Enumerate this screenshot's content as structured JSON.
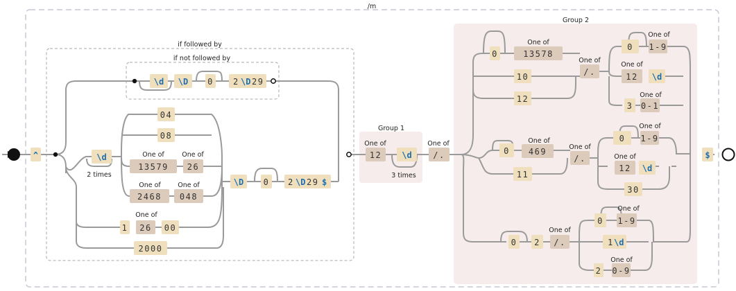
{
  "flags": "/m",
  "groups": {
    "group1": "Group 1",
    "group2": "Group 2"
  },
  "labels": {
    "followed_by": "if followed by",
    "not_followed_by": "if not followed by",
    "one_of": "One of",
    "two_times": "2 times",
    "three_times": "3 times"
  },
  "anchors": {
    "start": "^",
    "end": "$"
  },
  "lookahead": {
    "digit": "\\d",
    "non_digit": "\\D",
    "zero": "0",
    "tail_two": "2",
    "tail_nd": "\\D",
    "tail_29": "29"
  },
  "dates": {
    "digit": "\\d",
    "opt_04": "04",
    "opt_08": "08",
    "odd_set": "13579",
    "odd_pair": "26",
    "even_set": "2468",
    "even_pair": "048",
    "leap_1": "1",
    "leap_26": "26",
    "leap_00": "00",
    "y2000": "2000"
  },
  "feb29": {
    "non_digit": "\\D",
    "zero": "0",
    "two": "2",
    "nd": "\\D",
    "n29": "29",
    "dollar": "$"
  },
  "group1": {
    "set_12": "12",
    "digit": "\\d"
  },
  "separator": "/.",
  "month": {
    "zero": "0",
    "set_13578": "13578",
    "m10": "10",
    "m12": "12",
    "sep": "/.",
    "d_zero": "0",
    "d_range": "1-9",
    "d_12": "12",
    "d_digit": "\\d",
    "d_3": "3",
    "d_01": "0-1"
  },
  "month30": {
    "zero": "0",
    "set_469": "469",
    "m11": "11",
    "sep": "/.",
    "d_zero": "0",
    "d_range": "1-9",
    "d_12": "12",
    "d_digit": "\\d",
    "d_30": "30"
  },
  "feb": {
    "zero": "0",
    "two": "2",
    "sep": "/.",
    "d_zero": "0",
    "d_range": "1-9",
    "d_1": "1",
    "d_digit": "\\d",
    "d_2": "2",
    "d_range09": "0-9"
  }
}
